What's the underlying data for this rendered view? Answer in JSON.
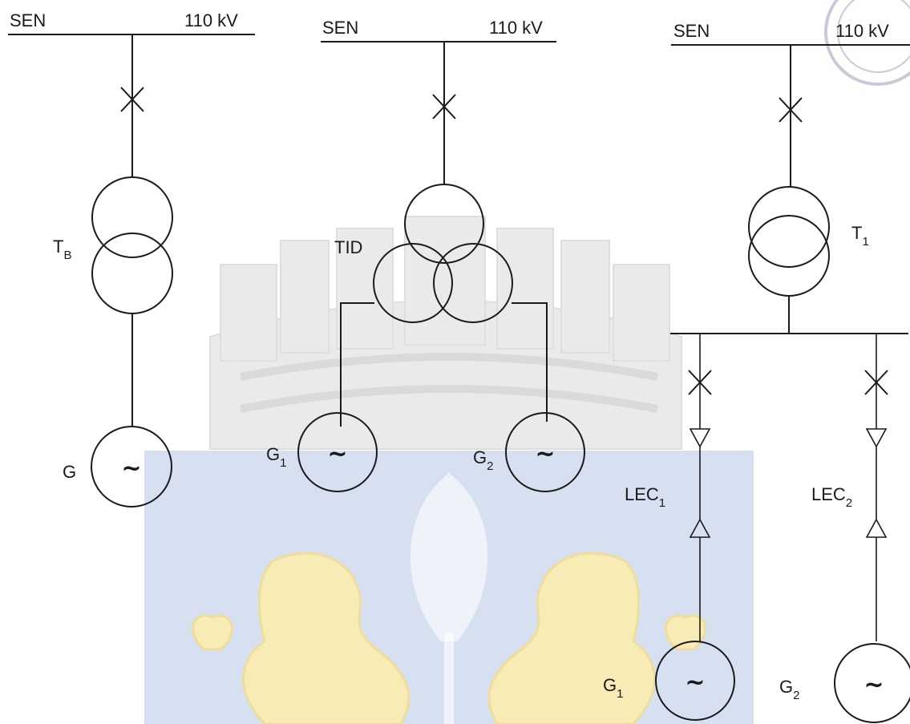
{
  "colors": {
    "line": "#1a1a1a",
    "watermark_castle": "#d9d9d9",
    "watermark_band": "#b7c7e6",
    "watermark_lions": "#f2dd7c",
    "seal": "#9aa0b8"
  },
  "generator_symbol": "~",
  "schemes": [
    {
      "bus_label": "SEN",
      "voltage": "110 kV",
      "transformer_label": "T",
      "transformer_sub": "B",
      "generator_label": "G"
    },
    {
      "bus_label": "SEN",
      "voltage": "110 kV",
      "transformer_label": "TID",
      "gen1_label": "G",
      "gen1_sub": "1",
      "gen2_label": "G",
      "gen2_sub": "2"
    },
    {
      "bus_label": "SEN",
      "voltage": "110 kV",
      "transformer_label": "T",
      "transformer_sub": "1",
      "line1_label": "LEC",
      "line1_sub": "1",
      "line2_label": "LEC",
      "line2_sub": "2",
      "gen1_label": "G",
      "gen1_sub": "1",
      "gen2_label": "G",
      "gen2_sub": "2"
    }
  ]
}
